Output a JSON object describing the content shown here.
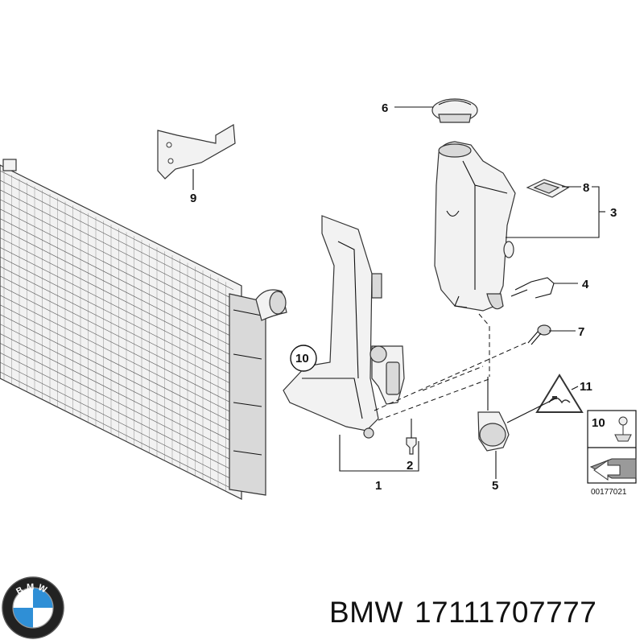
{
  "callouts": {
    "c1": "1",
    "c2": "2",
    "c3": "3",
    "c4": "4",
    "c5": "5",
    "c6": "6",
    "c7": "7",
    "c8": "8",
    "c9": "9",
    "c10": "10",
    "c11": "11"
  },
  "legend": {
    "label": "10",
    "code": "00177021"
  },
  "logo": {
    "text": "BMW"
  },
  "caption": {
    "brand": "BMW",
    "part_number": "17111707777"
  },
  "colors": {
    "logo_blue": "#2f8fd6",
    "logo_ring": "#222222",
    "line": "#111111"
  }
}
